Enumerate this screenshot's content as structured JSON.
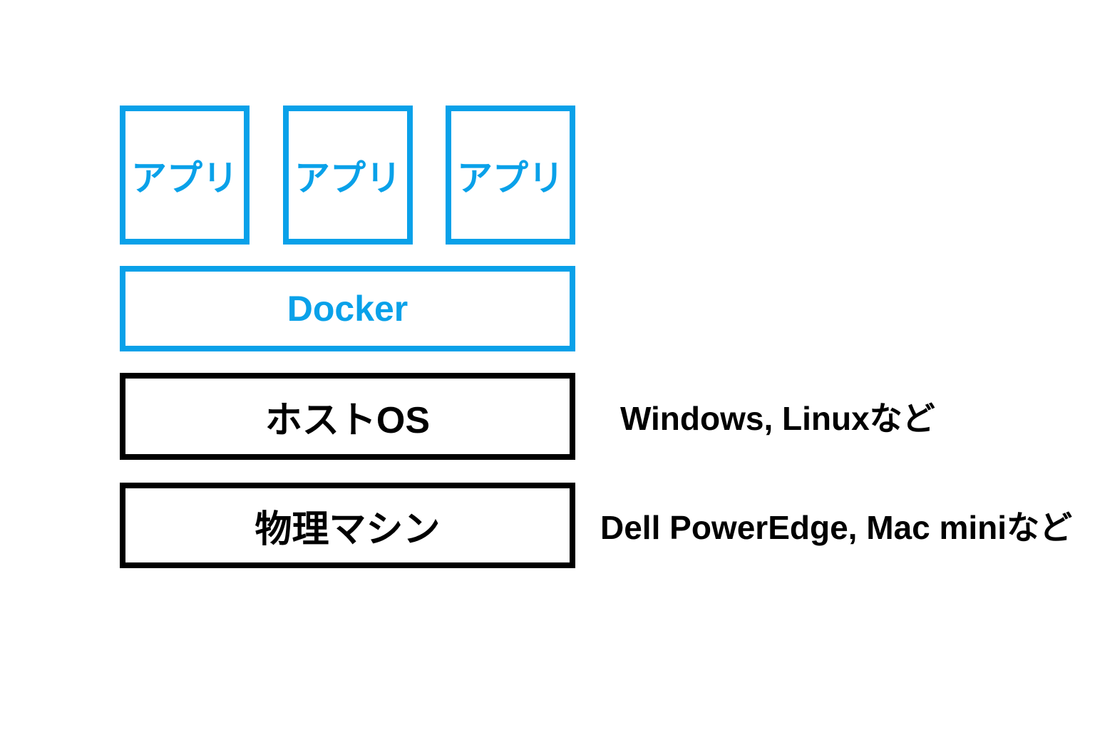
{
  "diagram": {
    "title_implied": "Docker architecture stack",
    "app_boxes": [
      {
        "label": "アプリ"
      },
      {
        "label": "アプリ"
      },
      {
        "label": "アプリ"
      }
    ],
    "docker_layer": {
      "label": "Docker"
    },
    "host_os_layer": {
      "label": "ホストOS",
      "annotation": "Windows, Linuxなど"
    },
    "physical_layer": {
      "label": "物理マシン",
      "annotation": "Dell PowerEdge, Mac miniなど"
    },
    "colors": {
      "accent_blue": "#09a1e9",
      "outline_black": "#000000",
      "background": "#ffffff"
    }
  }
}
